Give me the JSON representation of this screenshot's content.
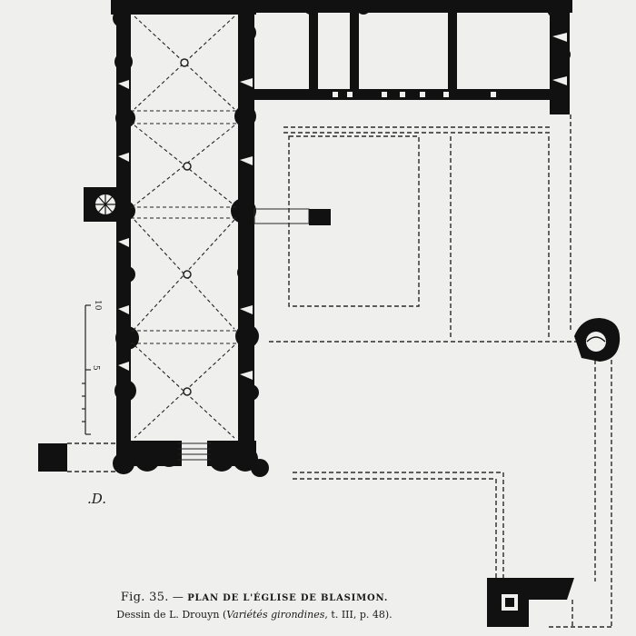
{
  "caption": {
    "fig_label": "Fig. 35.",
    "dash": " — ",
    "title": "PLAN DE L'ÉGLISE DE BLASIMON.",
    "credit_prefix": "Dessin de L. Drouyn (",
    "credit_work": "Variétés girondines",
    "credit_suffix": ", t. III, p. 48)."
  },
  "scale": {
    "label_top": "10",
    "label_mid": "5"
  },
  "signature": ".D.",
  "colors": {
    "wall": "#111111",
    "paper": "#efefed",
    "dashed": "#2a2a2a"
  }
}
